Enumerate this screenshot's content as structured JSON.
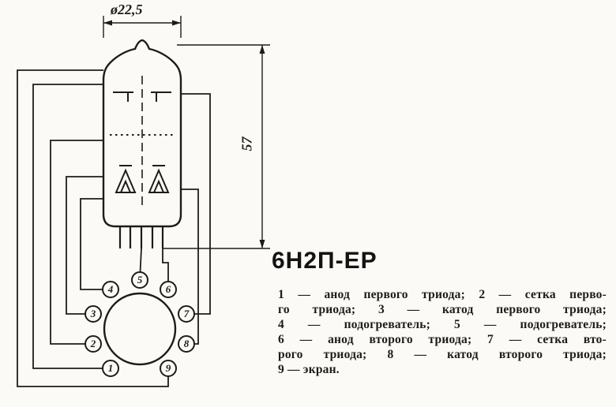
{
  "title": "6Н2П-ЕР",
  "dimensions": {
    "diameter_label": "ø22,5",
    "height_label": "57"
  },
  "socket": {
    "pins": [
      "1",
      "2",
      "3",
      "4",
      "5",
      "6",
      "7",
      "8",
      "9"
    ]
  },
  "legend": {
    "lines": [
      "1 — анод первого триода; 2 — сетка перво-",
      "го триода; 3 — катод первого триода;",
      "4 — подогреватель; 5 — подогреватель;",
      "6 — анод второго триода; 7 — сетка вто-",
      "рого триода; 8 — катод второго триода;",
      "9 — экран."
    ]
  },
  "colors": {
    "ink": "#1d1c1a",
    "paper": "#fbfaf7"
  }
}
